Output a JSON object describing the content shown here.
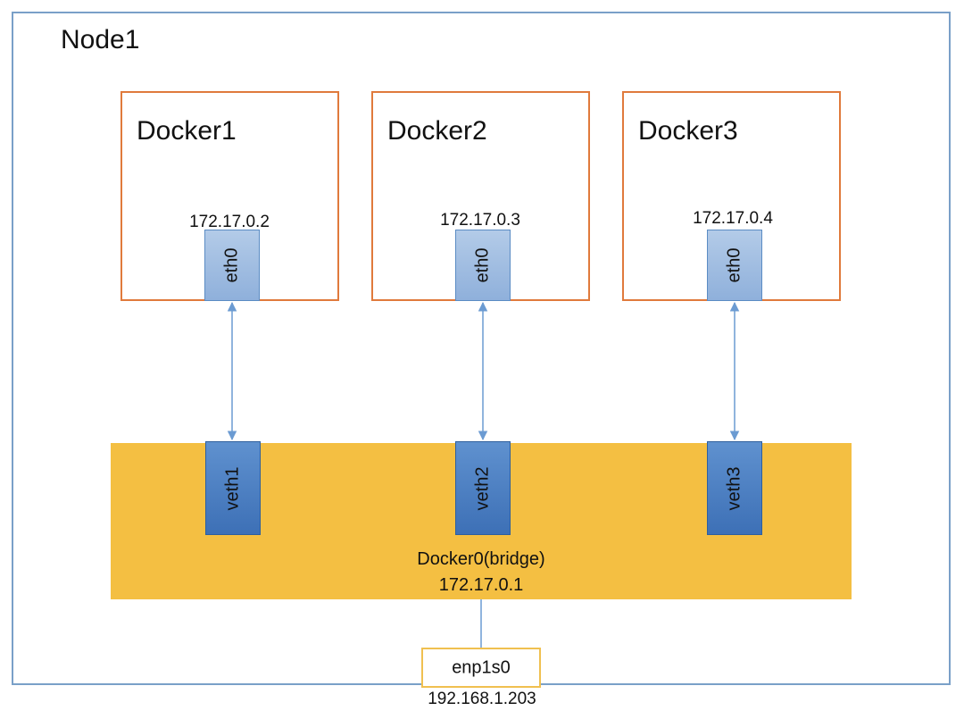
{
  "node": {
    "title": "Node1"
  },
  "containers": [
    {
      "name": "Docker1",
      "ip": "172.17.0.2",
      "iface": "eth0"
    },
    {
      "name": "Docker2",
      "ip": "172.17.0.3",
      "iface": "eth0"
    },
    {
      "name": "Docker3",
      "ip": "172.17.0.4",
      "iface": "eth0"
    }
  ],
  "bridge": {
    "name": "Docker0(bridge)",
    "ip": "172.17.0.1",
    "veths": [
      "veth1",
      "veth2",
      "veth3"
    ]
  },
  "host_nic": {
    "name": "enp1s0",
    "ip": "192.168.1.203"
  },
  "colors": {
    "node_border": "#7aa0c8",
    "container_border": "#e07a3c",
    "bridge_fill": "#f4bf42",
    "veth_fill": "#4a7fc1",
    "eth_fill": "#a6c1e4",
    "nic_border": "#f0c050",
    "link_line": "#6b9bd2"
  }
}
